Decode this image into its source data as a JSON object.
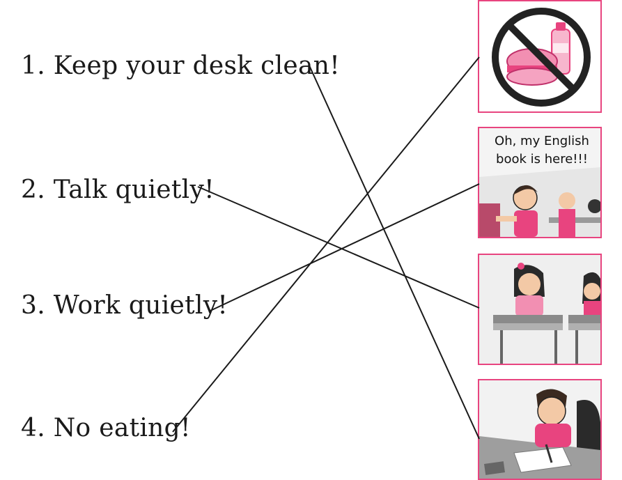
{
  "phrases": [
    "1. Keep your desk clean!",
    "2. Talk quietly!",
    "3. Work quietly!",
    "4. No eating!"
  ],
  "pictures": {
    "pic1_icon": "no-food-icon",
    "pic2_speech": "Oh, my English book is here!!!",
    "pic3_desc": "",
    "pic4_desc": ""
  },
  "colors": {
    "accent": "#e8447f",
    "line": "#1a1a1a"
  }
}
